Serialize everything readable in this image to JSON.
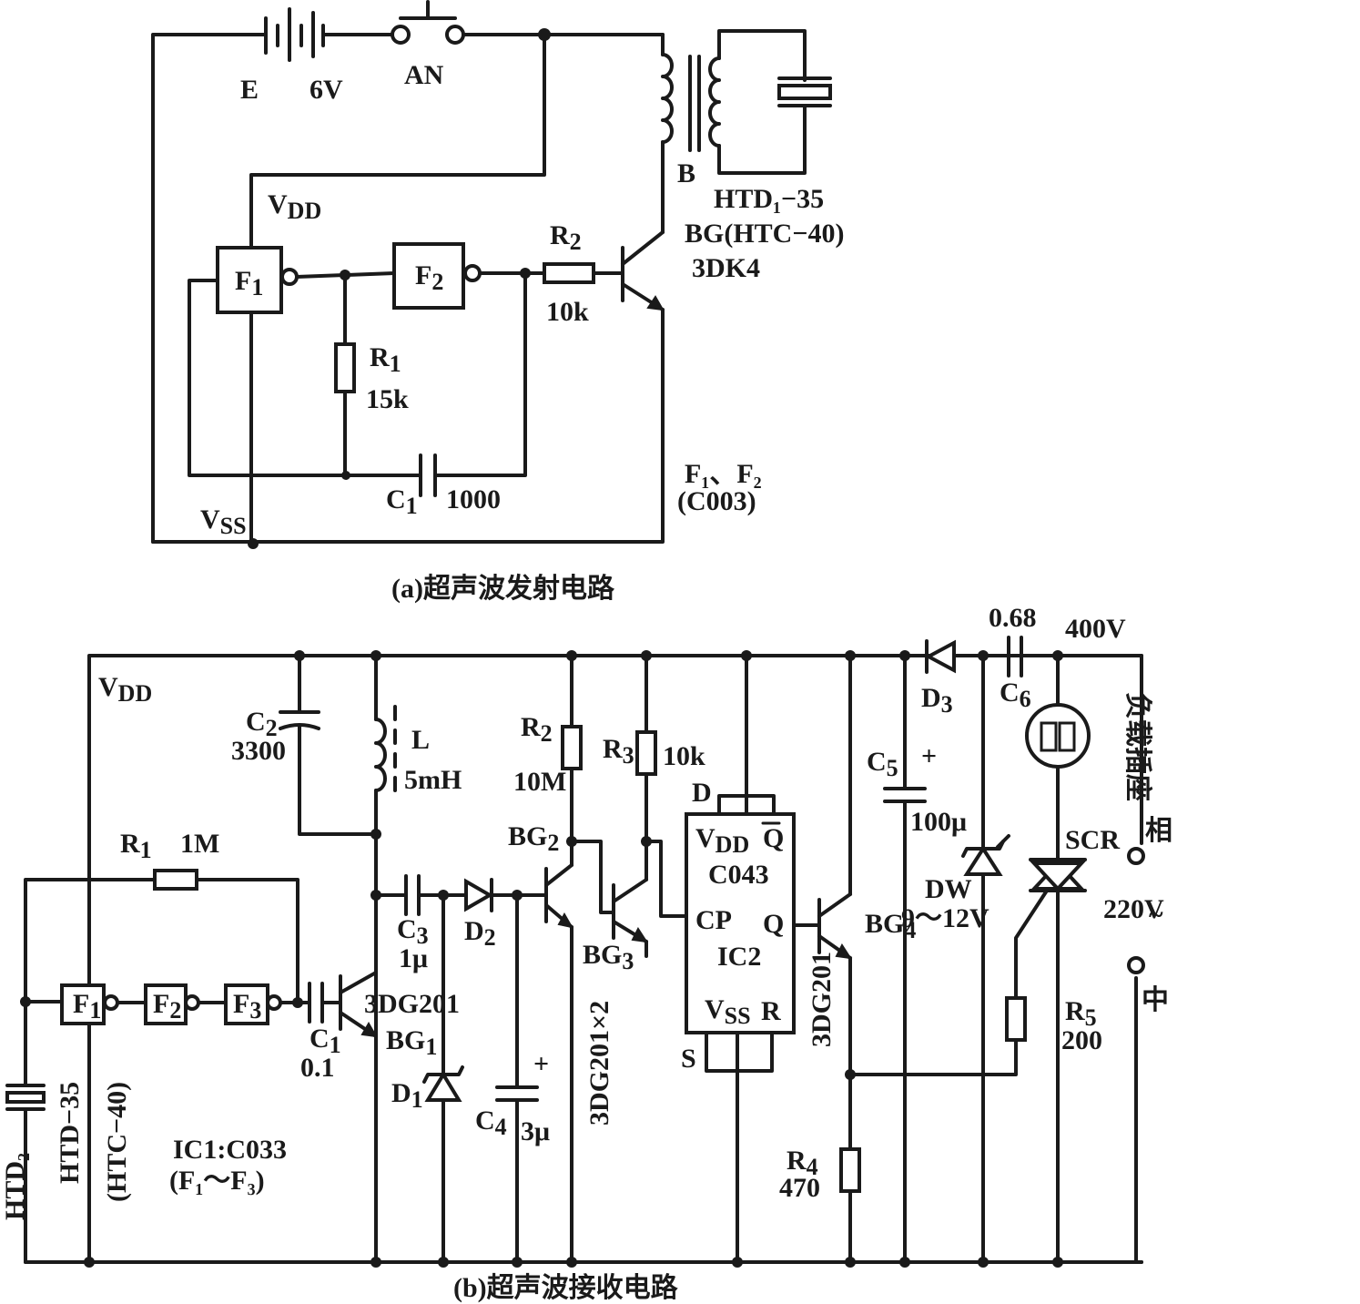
{
  "circuit_a": {
    "caption": "(a)超声波发射电路",
    "battery": {
      "ref": "E",
      "value": "6V"
    },
    "switch": {
      "ref": "AN"
    },
    "transformer": {
      "ref": "B"
    },
    "transducer": {
      "ref": "HTD₁−35",
      "alt": "BG(HTC−40)",
      "part": "3DK4"
    },
    "vdd": "V",
    "vdd_sub": "DD",
    "vss": "V",
    "vss_sub": "SS",
    "gate1": "F",
    "gate1_sub": "1",
    "gate2": "F",
    "gate2_sub": "2",
    "r1": {
      "ref": "R",
      "sub": "1",
      "value": "15k"
    },
    "r2": {
      "ref": "R",
      "sub": "2",
      "value": "10k"
    },
    "c1": {
      "ref": "C",
      "sub": "1",
      "value": "1000"
    },
    "ic_note_1": "F₁、F₂",
    "ic_note_2": "(C003)"
  },
  "circuit_b": {
    "caption": "(b)超声波接收电路",
    "vdd": "V",
    "vdd_sub": "DD",
    "c2": {
      "ref": "C",
      "sub": "2",
      "value": "3300"
    },
    "l": {
      "ref": "L",
      "value": "5mH"
    },
    "r1": {
      "ref": "R",
      "sub": "1",
      "value": "1M"
    },
    "gates": [
      "F",
      "F",
      "F"
    ],
    "gate_subs": [
      "1",
      "2",
      "3"
    ],
    "htd2": "HTD₂",
    "htd35": "HTD−35",
    "htc40": "(HTC−40)",
    "ic1_note_1": "IC1:C033",
    "ic1_note_2": "(F₁〜F₃)",
    "c1": {
      "ref": "C",
      "sub": "1",
      "value": "0.1"
    },
    "bg1": {
      "ref": "BG",
      "sub": "1",
      "part": "3DG201"
    },
    "c3": {
      "ref": "C",
      "sub": "3",
      "value": "1μ"
    },
    "d1": {
      "ref": "D",
      "sub": "1"
    },
    "d2": {
      "ref": "D",
      "sub": "2"
    },
    "c4": {
      "ref": "C",
      "sub": "4",
      "value": "3μ"
    },
    "r2": {
      "ref": "R",
      "sub": "2",
      "value": "10M"
    },
    "bg2": {
      "ref": "BG",
      "sub": "2"
    },
    "r3": {
      "ref": "R",
      "sub": "3",
      "value": "10k"
    },
    "bg3": {
      "ref": "BG",
      "sub": "3",
      "part": "3DG201×2"
    },
    "ic2": {
      "name": "C043",
      "ref": "IC2",
      "d": "D",
      "vdd": "V",
      "vdd_sub": "DD",
      "qbar": "Q",
      "cp": "CP",
      "q": "Q",
      "vss": "V",
      "vss_sub": "SS",
      "r": "R",
      "s": "S"
    },
    "bg4": {
      "ref": "BG",
      "sub": "4",
      "part": "3DG201"
    },
    "r4": {
      "ref": "R",
      "sub": "4",
      "value": "470"
    },
    "c5": {
      "ref": "C",
      "sub": "5",
      "value": "100μ"
    },
    "plus": "+",
    "d3": {
      "ref": "D",
      "sub": "3"
    },
    "dw": {
      "ref": "DW",
      "value": "9〜12V"
    },
    "c6": {
      "ref": "C",
      "sub": "6",
      "value": "0.68",
      "rating": "400V"
    },
    "scr": "SCR",
    "socket": "负载插座",
    "phase": "相",
    "voltage": "220V",
    "ac_symbol": "~",
    "neutral": "中",
    "r5": {
      "ref": "R",
      "sub": "5",
      "value": "200"
    }
  }
}
